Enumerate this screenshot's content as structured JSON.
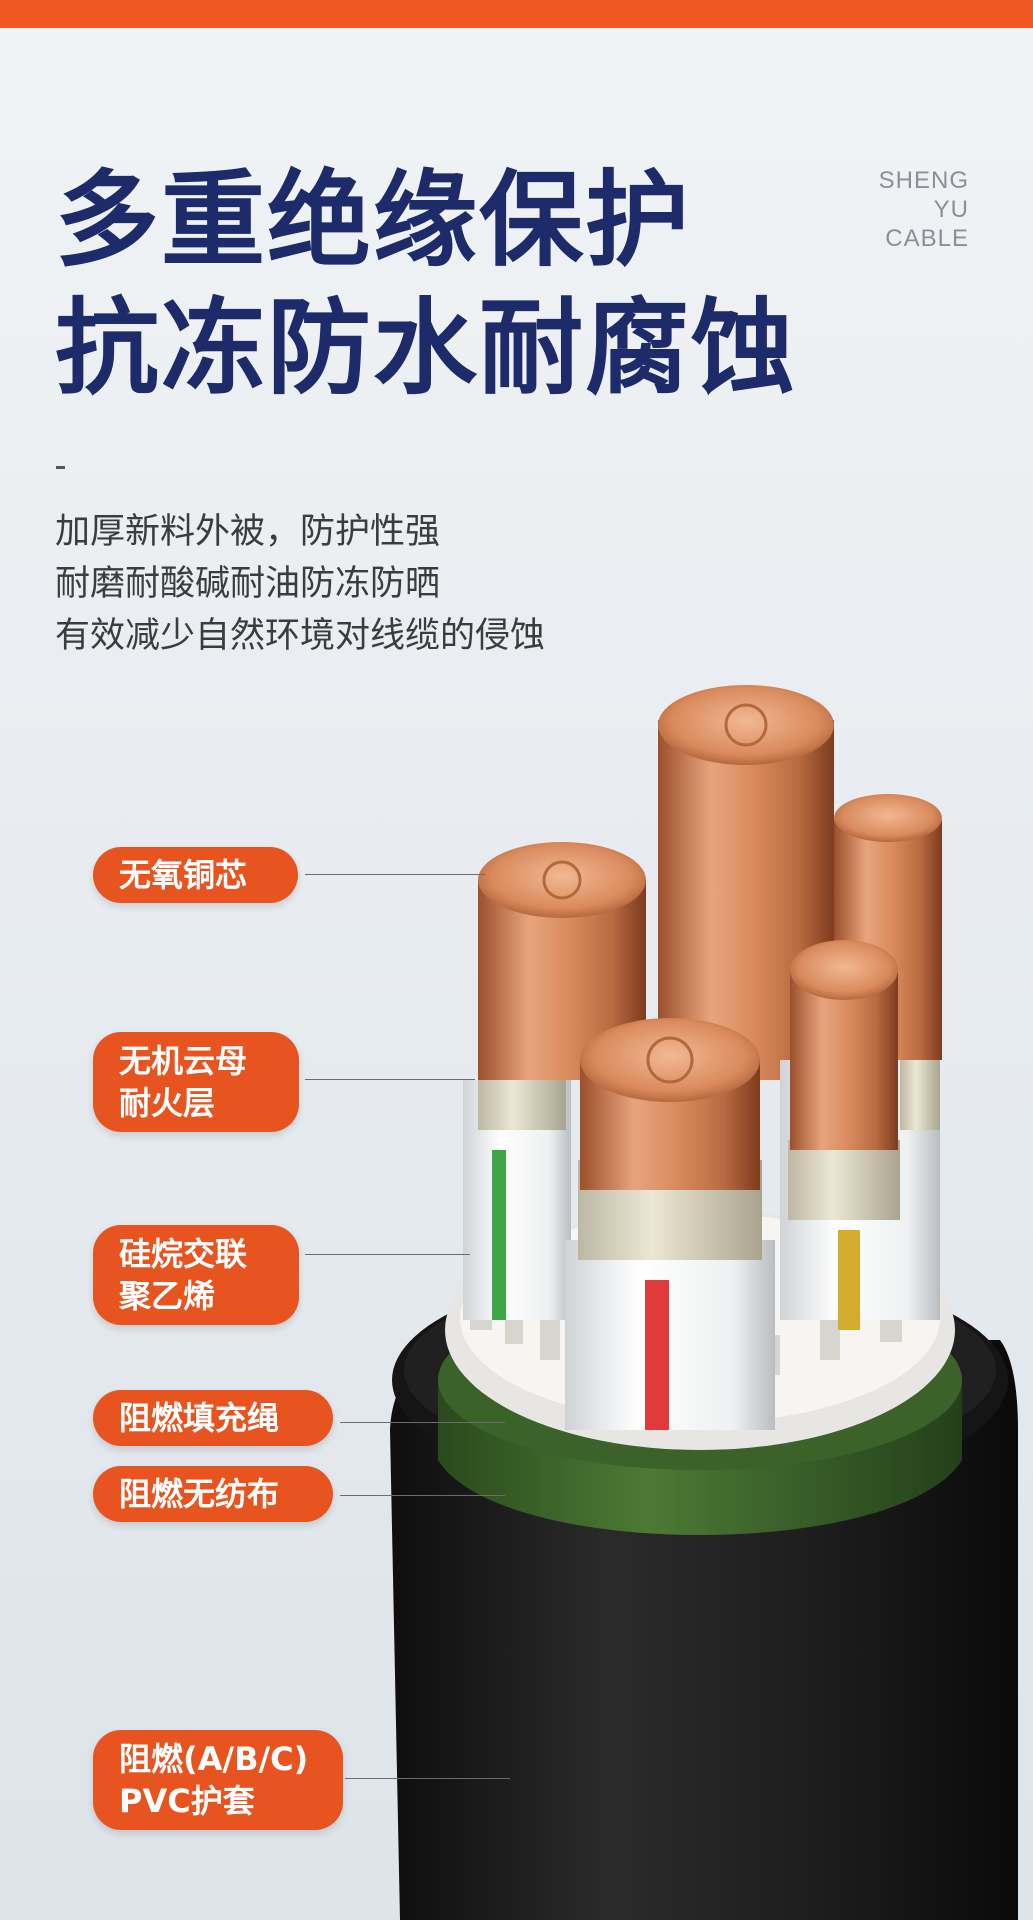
{
  "headline": {
    "line1": "多重绝缘保护",
    "line2": "抗冻防水耐腐蚀"
  },
  "brand": {
    "line1": "SHENG",
    "line2": "YU",
    "line3": "CABLE"
  },
  "description": {
    "lines": [
      "加厚新料外被，防护性强",
      "耐磨耐酸碱耐油防冻防晒",
      "有效减少自然环境对线缆的侵蚀"
    ]
  },
  "labels": [
    {
      "lines": [
        "无氧铜芯"
      ]
    },
    {
      "lines": [
        "无机云母",
        "耐火层"
      ]
    },
    {
      "lines": [
        "硅烷交联",
        "聚乙烯"
      ]
    },
    {
      "lines": [
        "阻燃填充绳"
      ]
    },
    {
      "lines": [
        "阻燃无纺布"
      ]
    },
    {
      "lines": [
        "阻燃(A/B/C)",
        "PVC护套"
      ]
    }
  ],
  "colors": {
    "accent": "#ee5722",
    "headline": "#1d2b6a",
    "copper": "#d98a5c",
    "sheath": "#1a1a1a",
    "wrap": "#3f6a2c"
  }
}
